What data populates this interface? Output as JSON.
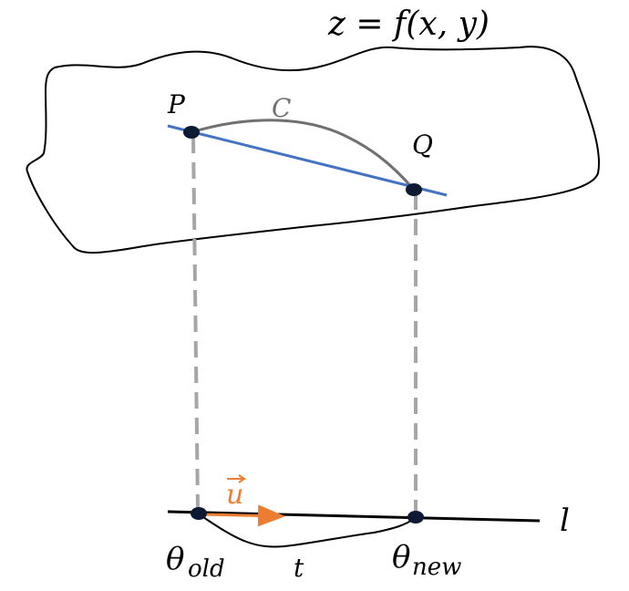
{
  "labels": {
    "surface_eq": "z = f(x, y)",
    "point_p": "P",
    "point_q": "Q",
    "curve_c": "C",
    "vector_u": "u",
    "line_l": "l",
    "theta_symbol": "θ",
    "theta_old_sub": "old",
    "theta_new_sub": "new",
    "distance_t": "t"
  },
  "colors": {
    "surface_outline": "#000000",
    "secant_line": "#4472c4",
    "curve": "#707070",
    "projection_dash": "#a6a6a6",
    "vector": "#ed7d31",
    "points": "#0d1a33",
    "baseline": "#000000"
  }
}
